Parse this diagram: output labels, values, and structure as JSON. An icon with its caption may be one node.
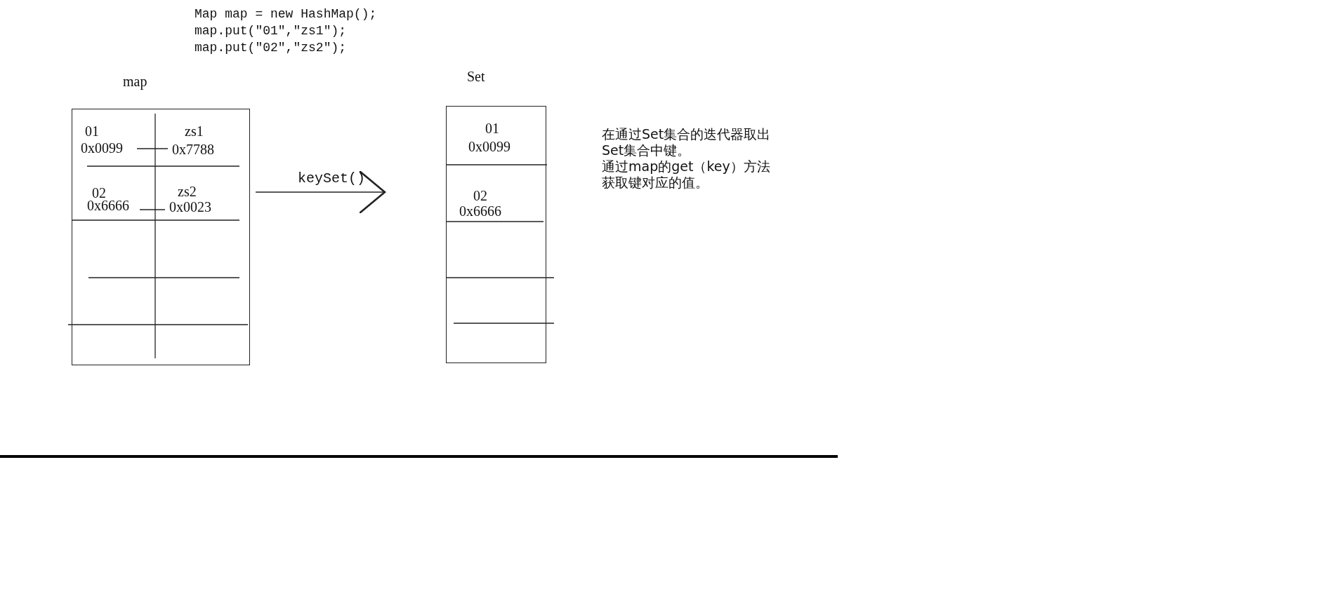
{
  "diagram": {
    "nodes": [
      {
        "text": [
          "map"
        ]
      },
      {
        "text": [
          "01",
          "0x0099"
        ],
        "in": 0
      },
      {
        "text": [
          "zs1",
          "0x7788"
        ],
        "in": 0
      },
      {
        "text": [
          "02",
          "0x6666"
        ],
        "in": 0
      },
      {
        "text": [
          "zs2",
          "0x0023"
        ],
        "in": 0
      },
      {
        "text": [
          "Set"
        ]
      },
      {
        "text": [
          "01",
          "0x0099"
        ],
        "in": 5
      },
      {
        "text": [
          "02",
          "0x6666"
        ],
        "in": 5
      }
    ],
    "edges": [
      {
        "from": 1,
        "to": 2,
        "arrow": "none"
      },
      {
        "from": 3,
        "to": 4,
        "arrow": "none"
      },
      {
        "from": 0,
        "to": 5,
        "label": "keySet()",
        "arrow": "to"
      }
    ],
    "labels": [
      "Map map = new HashMap();",
      "map.put(\"01\",\"zs1\");",
      "map.put(\"02\",\"zs2\");",
      "在通过Set集合的迭代器取出Set集合中键。",
      "通过map的get（key）方法获取键对应的值。"
    ]
  }
}
